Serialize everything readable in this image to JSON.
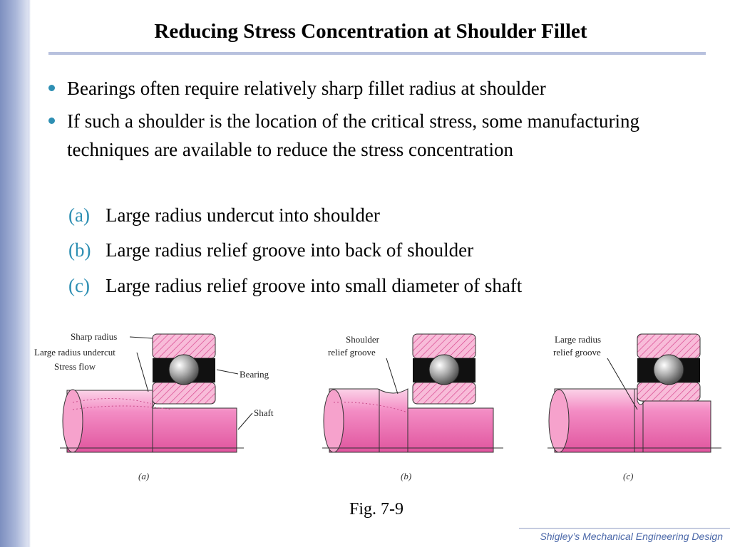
{
  "slide": {
    "title": "Reducing Stress Concentration at Shoulder Fillet",
    "bullets": [
      "Bearings often require relatively sharp fillet radius at shoulder",
      "If such a shoulder is the location of the critical stress, some manufacturing techniques are available to reduce the stress concentration"
    ],
    "sub_items": [
      {
        "letter": "(a)",
        "text": "Large radius undercut into shoulder"
      },
      {
        "letter": "(b)",
        "text": "Large radius relief groove into back of shoulder"
      },
      {
        "letter": "(c)",
        "text": "Large radius relief groove into small diameter of shaft"
      }
    ],
    "figure_caption": "Fig. 7-9",
    "footer": "Shigley’s Mechanical Engineering Design"
  },
  "figure": {
    "panel_a": {
      "labels": {
        "sharp_radius": "Sharp radius",
        "large_radius_undercut": "Large radius undercut",
        "stress_flow": "Stress flow",
        "bearing": "Bearing",
        "shaft": "Shaft"
      },
      "caption": "(a)"
    },
    "panel_b": {
      "labels": {
        "line1": "Shoulder",
        "line2": "relief groove"
      },
      "caption": "(b)"
    },
    "panel_c": {
      "labels": {
        "line1": "Large radius",
        "line2": "relief groove"
      },
      "caption": "(c)"
    }
  },
  "colors": {
    "accent": "#2e8fb3",
    "shaft_pink": "#ee6fb4",
    "bearing_hatch": "#f6a9cf",
    "footer_blue": "#4a67a8"
  }
}
